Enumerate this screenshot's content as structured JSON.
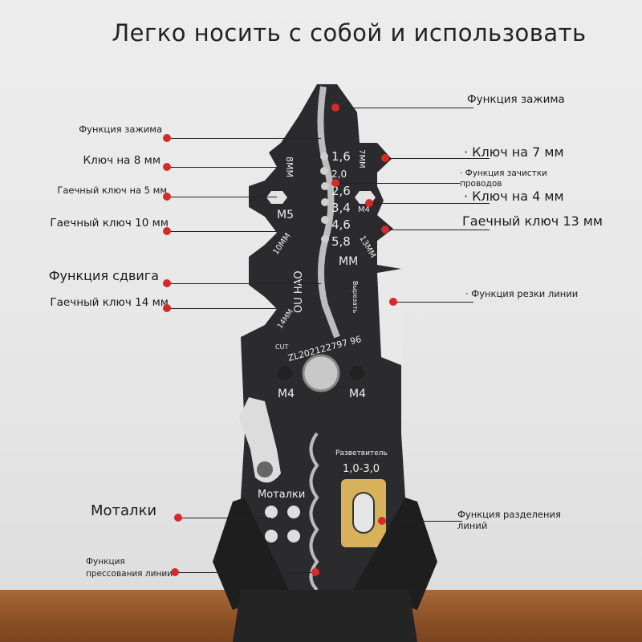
{
  "title": "Легко носить с собой и использовать",
  "left_labels": [
    "Функция зажима",
    "Ключ на 8 мм",
    "Гаечный ключ на 5 мм",
    "Гаечный ключ 10 мм",
    "Функция сдвига",
    "Гаечный ключ 14 мм",
    "Моталки",
    "Функция",
    "прессования линии"
  ],
  "right_labels": [
    "Функция зажима",
    "· Ключ на 7 мм",
    "· Функция зачистки",
    "проводов",
    "· Ключ на 4 мм",
    "Гаечный ключ 13 мм",
    "· Функция резки линии",
    "Функция разделения",
    "линий"
  ],
  "tool_markings": {
    "gauges": [
      "1,6",
      "2,0",
      "2,6",
      "3,4",
      "4,6",
      "5,8"
    ],
    "unit": "MM",
    "mm8": "8MM",
    "mm7": "7MM",
    "m5": "M5",
    "m4_top": "M4",
    "mm10": "10MM",
    "mm13": "13MM",
    "mm14": "14MM",
    "brand": "OU HAO",
    "cut_ru": "Вырезать",
    "cut": "CUT",
    "serial": "ZL202122797 96",
    "m4_left": "M4",
    "m4_right": "M4",
    "splitter": "Разветвитель",
    "splitter_range": "1,0-3,0",
    "winders": "Моталки"
  },
  "colors": {
    "accent_dot": "#d42a2a",
    "tool_body": "#2b2b2d",
    "gold": "#d8b25a"
  }
}
